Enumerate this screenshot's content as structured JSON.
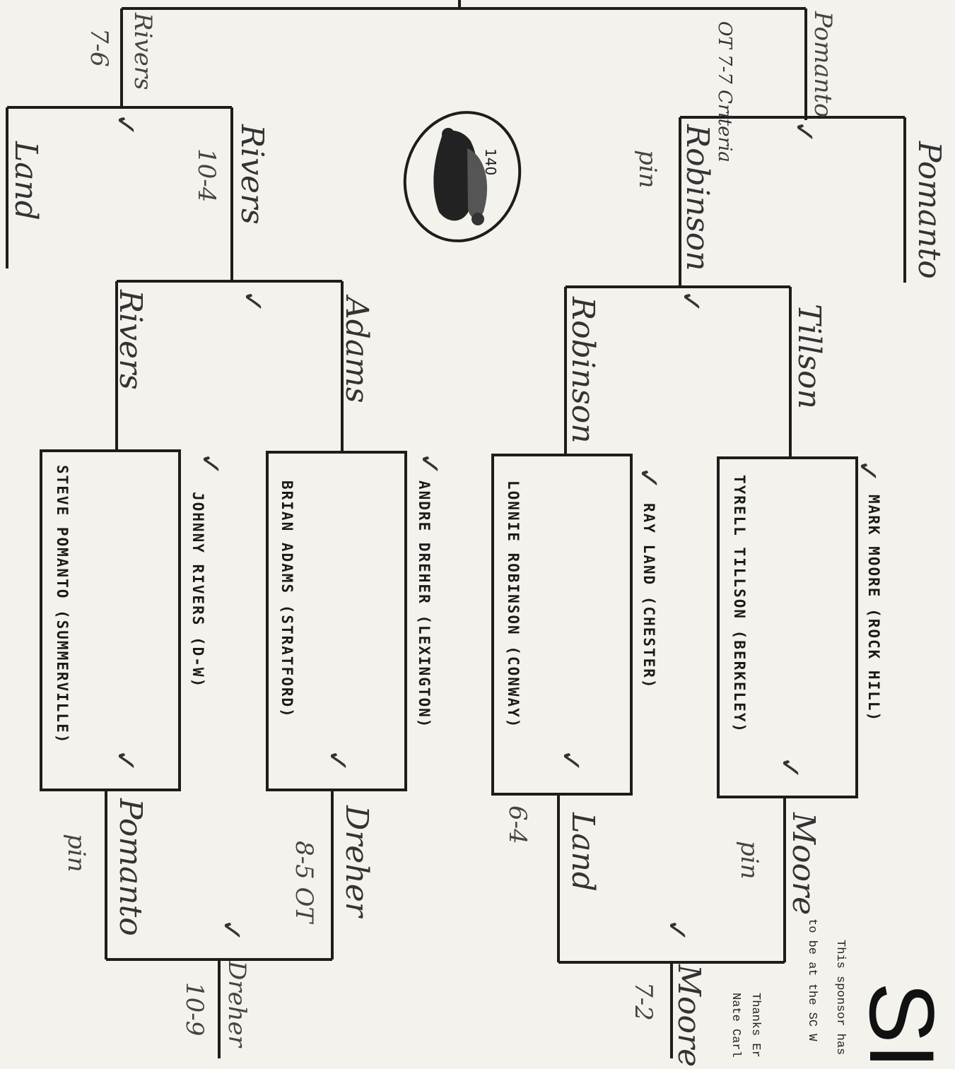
{
  "weight_class": "140",
  "wrestlers": [
    {
      "name": "MARK MOORE (ROCK HILL)"
    },
    {
      "name": "TYRELL TILLSON (BERKELEY)"
    },
    {
      "name": "RAY LAND (CHESTER)"
    },
    {
      "name": "LONNIE ROBINSON (CONWAY)"
    },
    {
      "name": "ANDRE DREHER (LEXINGTON)"
    },
    {
      "name": "BRIAN ADAMS (STRATFORD)"
    },
    {
      "name": "JOHNNY RIVERS (D-W)"
    },
    {
      "name": "STEVE POMANTO (SUMMERVILLE)"
    }
  ],
  "handwritten": {
    "moore_r1": "Moore",
    "moore_r1_result": "pin",
    "land_r1": "Land",
    "land_r1_result": "6-4",
    "dreher_r1": "Dreher",
    "dreher_r1_result": "8-5 OT",
    "pomanto_r1": "Pomanto",
    "pomanto_r1_result": "pin",
    "moore_r2": "Moore",
    "moore_r2_result": "7-2",
    "dreher_r2": "Dreher",
    "dreher_r2_result": "10-9",
    "tillson": "Tillson",
    "robinson_mid": "Robinson",
    "adams": "Adams",
    "rivers_mid": "Rivers",
    "pomanto_top": "Pomanto",
    "robinson_top": "Robinson",
    "robinson_top_result": "pin",
    "pomanto_final": "Pomanto",
    "pomanto_final_result": "OT 7-7 Criteria",
    "rivers_top": "Rivers",
    "rivers_top_result": "10-4",
    "land_top": "Land",
    "rivers_final": "Rivers",
    "rivers_final_result": "7-6"
  },
  "checkmark": "✓",
  "sponsor": {
    "line1": "This sponsor has",
    "line2": "to be at the SC W",
    "thanks1": "Thanks Er",
    "thanks2": "Nate Carl",
    "big_letters": "SI"
  }
}
